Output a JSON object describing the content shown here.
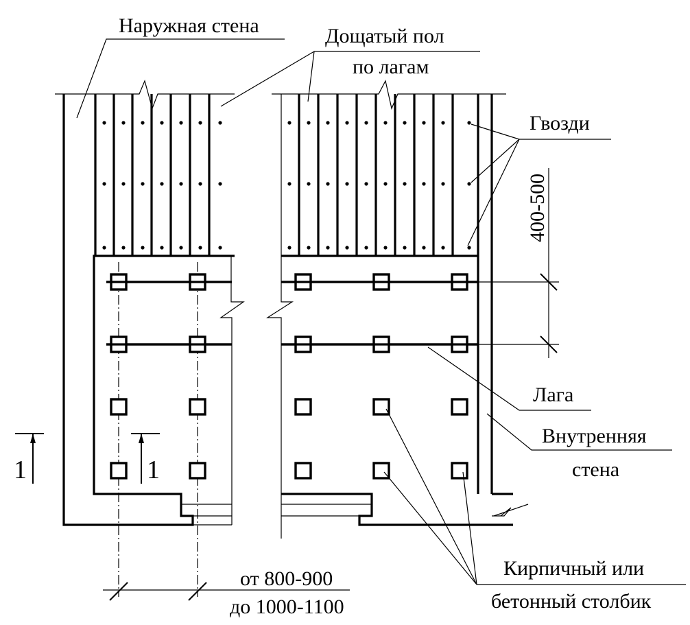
{
  "labels": {
    "outer_wall": "Наружная стена",
    "floor_line1": "Дощатый пол",
    "floor_line2": "по лагам",
    "nails": "Гвозди",
    "spacing": "400-500",
    "joist": "Лага",
    "inner_wall_line1": "Внутренняя",
    "inner_wall_line2": "стена",
    "posts_line1": "Кирпичный или",
    "posts_line2": "бетонный столбик",
    "post_spacing_line1": "от 800-900",
    "post_spacing_line2": "до 1000-1100",
    "section_left": "1",
    "section_right": "1"
  }
}
